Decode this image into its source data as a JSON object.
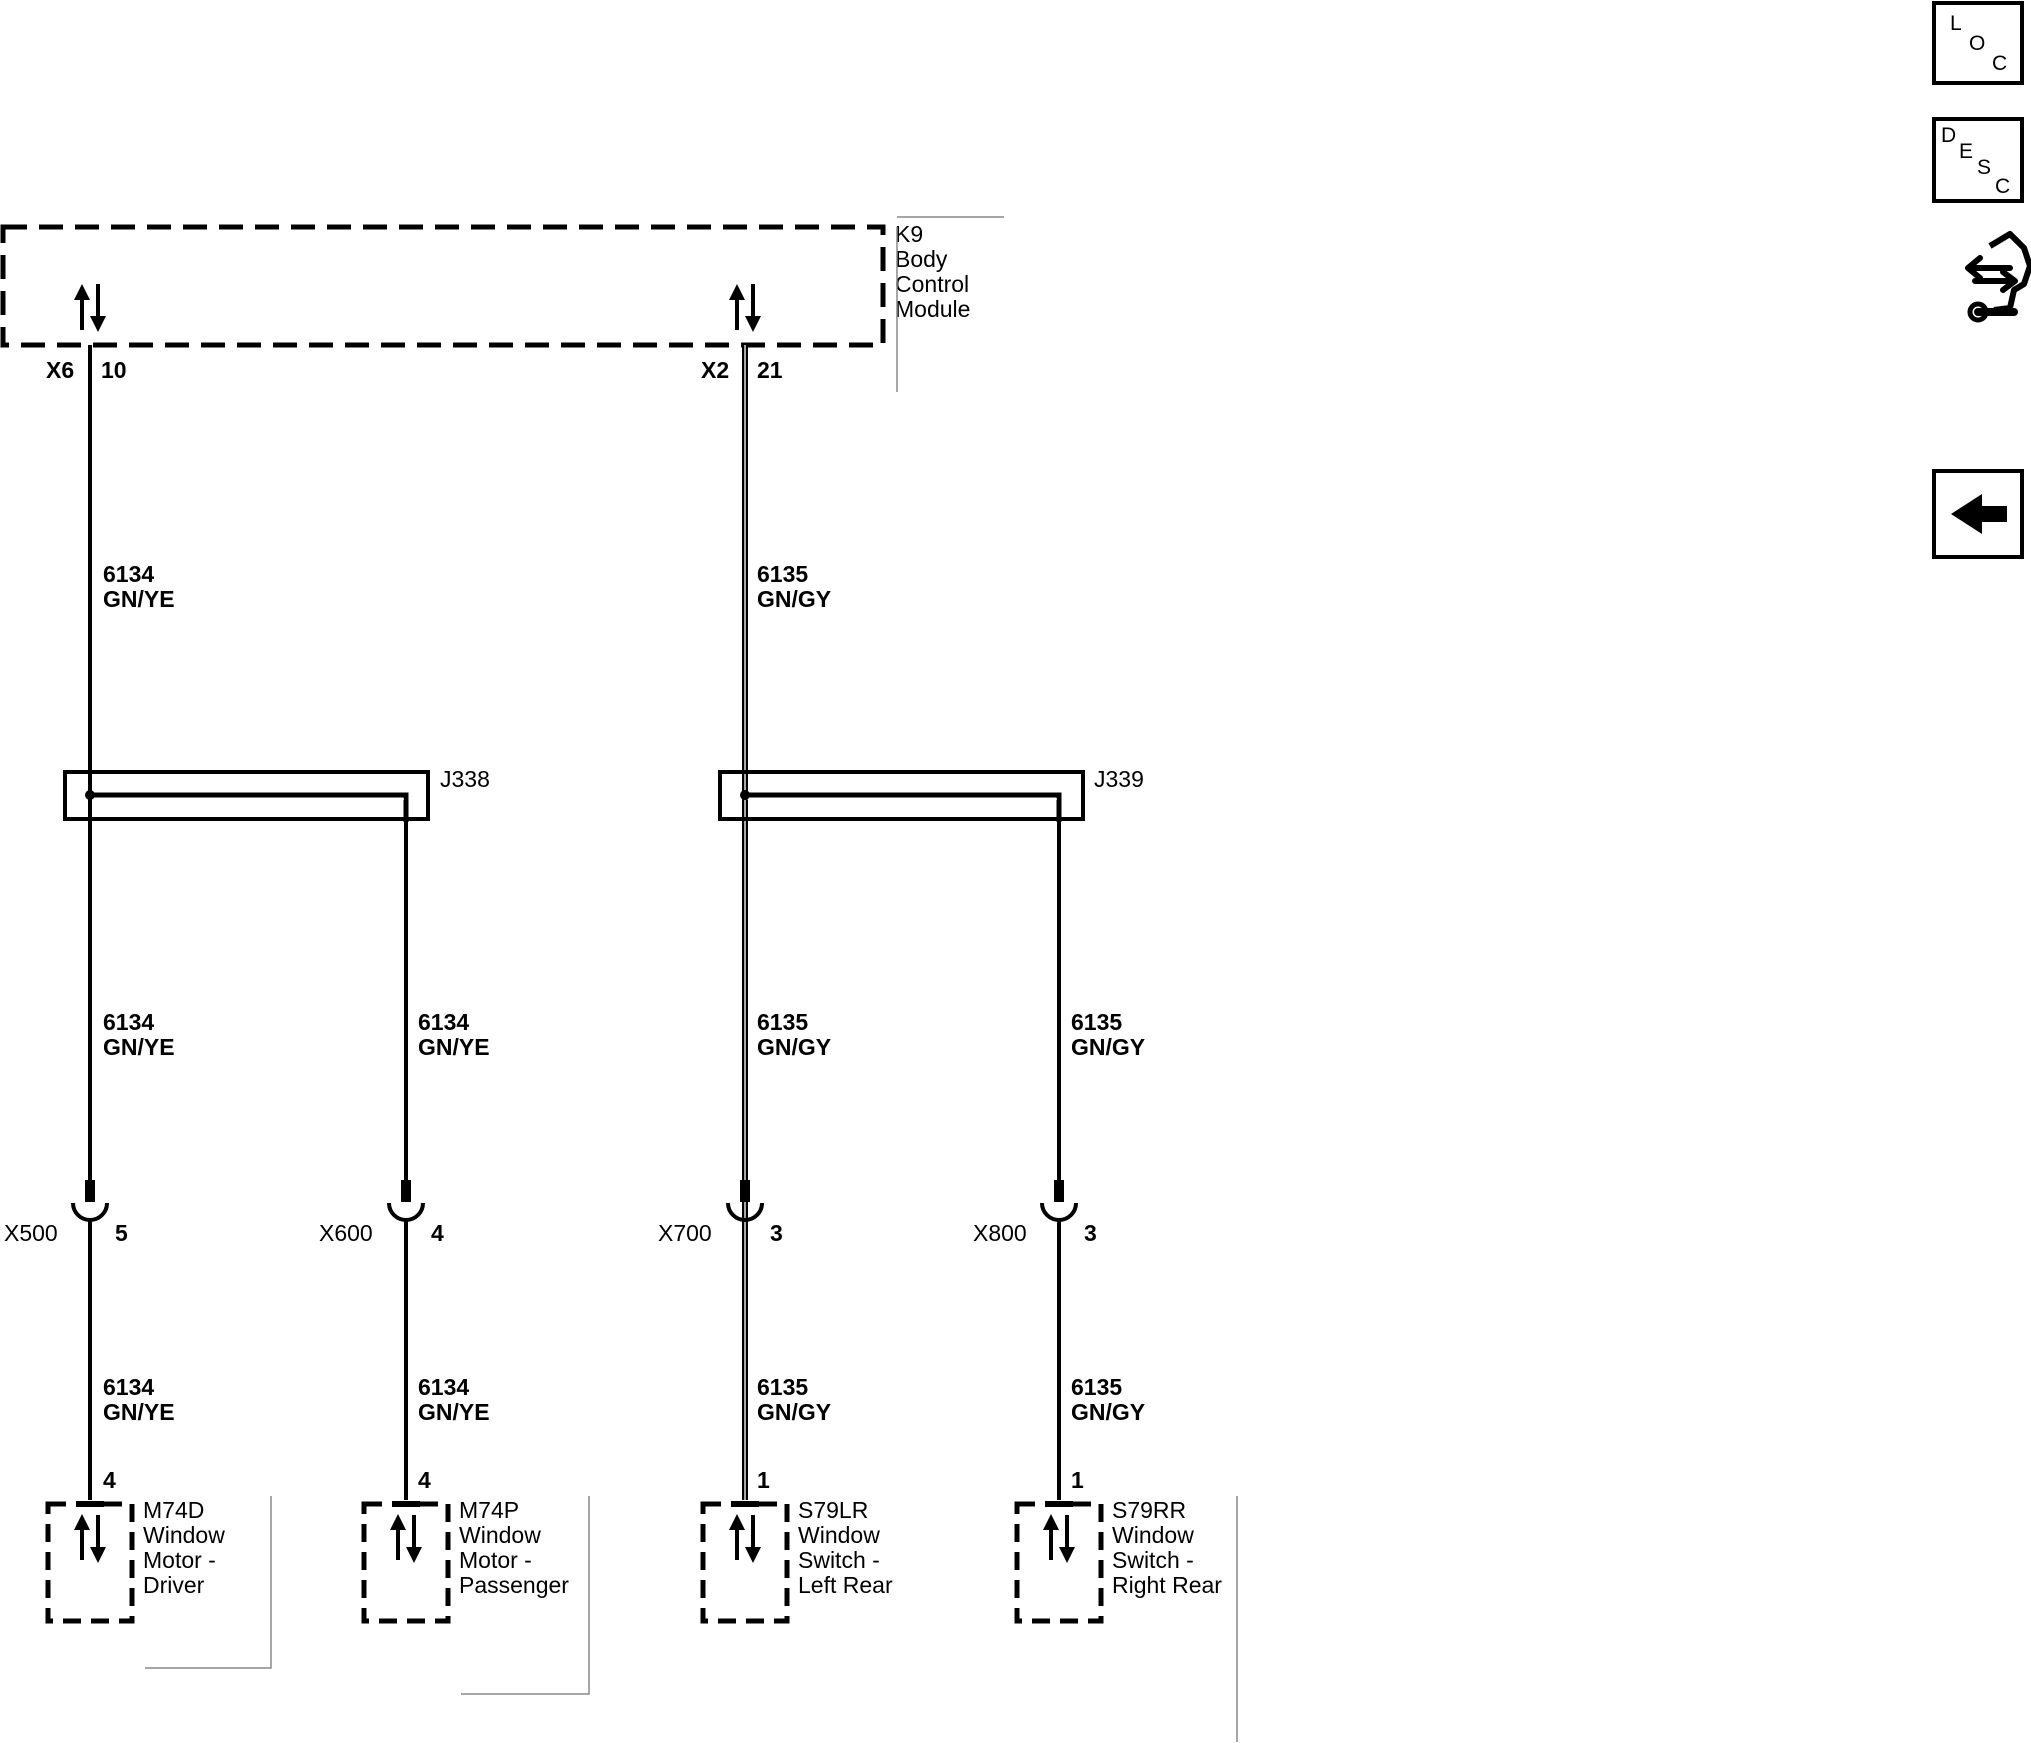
{
  "module": {
    "id": "K9",
    "lines": [
      "Body",
      "Control",
      "Module"
    ]
  },
  "bcm_connectors": [
    {
      "connector": "X6",
      "pin": "10"
    },
    {
      "connector": "X2",
      "pin": "21"
    }
  ],
  "circuits": [
    {
      "number": "6134",
      "color": "GN/YE"
    },
    {
      "number": "6135",
      "color": "GN/GY"
    }
  ],
  "splices": [
    {
      "id": "J338"
    },
    {
      "id": "J339"
    }
  ],
  "inline_connectors": [
    {
      "id": "X500",
      "pin": "5"
    },
    {
      "id": "X600",
      "pin": "4"
    },
    {
      "id": "X700",
      "pin": "3"
    },
    {
      "id": "X800",
      "pin": "3"
    }
  ],
  "components": [
    {
      "id": "M74D",
      "pin": "4",
      "lines": [
        "Window",
        "Motor -",
        "Driver"
      ]
    },
    {
      "id": "M74P",
      "pin": "4",
      "lines": [
        "Window",
        "Motor -",
        "Passenger"
      ]
    },
    {
      "id": "S79LR",
      "pin": "1",
      "lines": [
        "Window",
        "Switch -",
        "Left Rear"
      ]
    },
    {
      "id": "S79RR",
      "pin": "1",
      "lines": [
        "Window",
        "Switch -",
        "Right Rear"
      ]
    }
  ],
  "nav": {
    "loc": [
      "L",
      "O",
      "C"
    ],
    "desc": [
      "D",
      "E",
      "S",
      "C"
    ]
  },
  "icons": [
    "signal-flow-icon",
    "back-arrow-icon"
  ]
}
